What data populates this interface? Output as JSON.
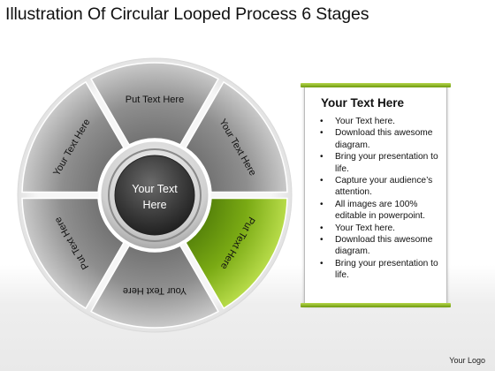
{
  "title": "Illustration Of Circular Looped Process 6 Stages",
  "center_label": [
    "Your Text",
    "Here"
  ],
  "segments": [
    {
      "label": "Put Text Here",
      "highlight": false
    },
    {
      "label": "Your Text Here",
      "highlight": false
    },
    {
      "label": "Put Text Here",
      "highlight": true
    },
    {
      "label": "Your Text Here",
      "highlight": false
    },
    {
      "label": "Put Text Here",
      "highlight": false
    },
    {
      "label": "Your Text Here",
      "highlight": false
    }
  ],
  "panel": {
    "heading": "Your Text Here",
    "bullets": [
      "Your Text here.",
      "Download this awesome diagram.",
      "Bring your presentation to life.",
      "Capture your audience’s attention.",
      "All images are 100% editable in powerpoint.",
      "Your Text here.",
      "Download this awesome diagram.",
      "Bring your presentation to life."
    ]
  },
  "logo": "Your Logo",
  "colors": {
    "accent_green": "#8cb520",
    "segment_gray": "#8a8a8a",
    "center_dark": "#3a3a3a"
  }
}
